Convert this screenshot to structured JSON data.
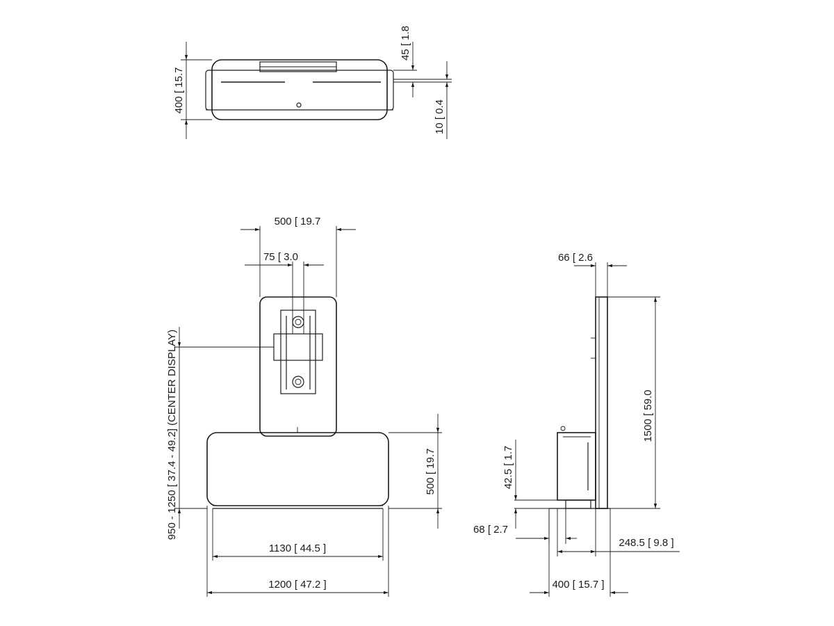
{
  "top_view": {
    "depth_mm": "400",
    "depth_in": "15.7",
    "clear_mm": "45",
    "clear_in": "1.8",
    "gap_mm": "10",
    "gap_in": "0.4"
  },
  "front_view": {
    "column_width_mm": "500",
    "column_width_in": "19.7",
    "vesa_mm": "75",
    "vesa_in": "3.0",
    "center_height": "950 - 1250",
    "center_height_in": "37.4 - 49.2",
    "center_note": "(CENTER DISPLAY)",
    "base_height_mm": "500",
    "base_height_in": "19.7",
    "inner_width_mm": "1130",
    "inner_width_in": "44.5",
    "outer_width_mm": "1200",
    "outer_width_in": "47.2"
  },
  "side_view": {
    "column_depth_mm": "66",
    "column_depth_in": "2.6",
    "height_mm": "1500",
    "height_in": "59.0",
    "foot_h_mm": "42.5",
    "foot_h_in": "1.7",
    "foot_off_mm": "68",
    "foot_off_in": "2.7",
    "back_off_mm": "248.5",
    "back_off_in": "9.8",
    "depth_mm": "400",
    "depth_in": "15.7"
  }
}
